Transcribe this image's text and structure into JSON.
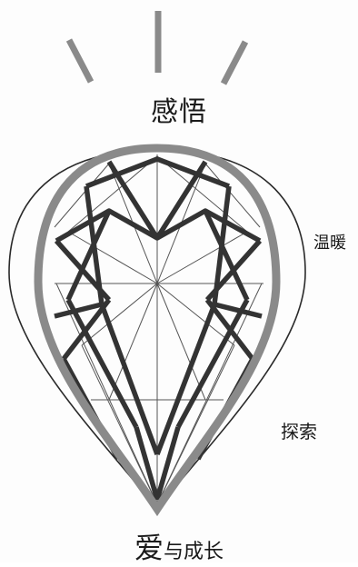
{
  "labels": {
    "top": "感悟",
    "right_upper": "温暖",
    "right_lower": "探索",
    "bottom_big": "爱",
    "bottom_rest": "与成长"
  },
  "colors": {
    "outline": "#2a2a2a",
    "pear_outline": "#8a8a8a",
    "facet_heavy": "#333333",
    "facet_light": "#555555",
    "background": "#fdfdfd"
  }
}
